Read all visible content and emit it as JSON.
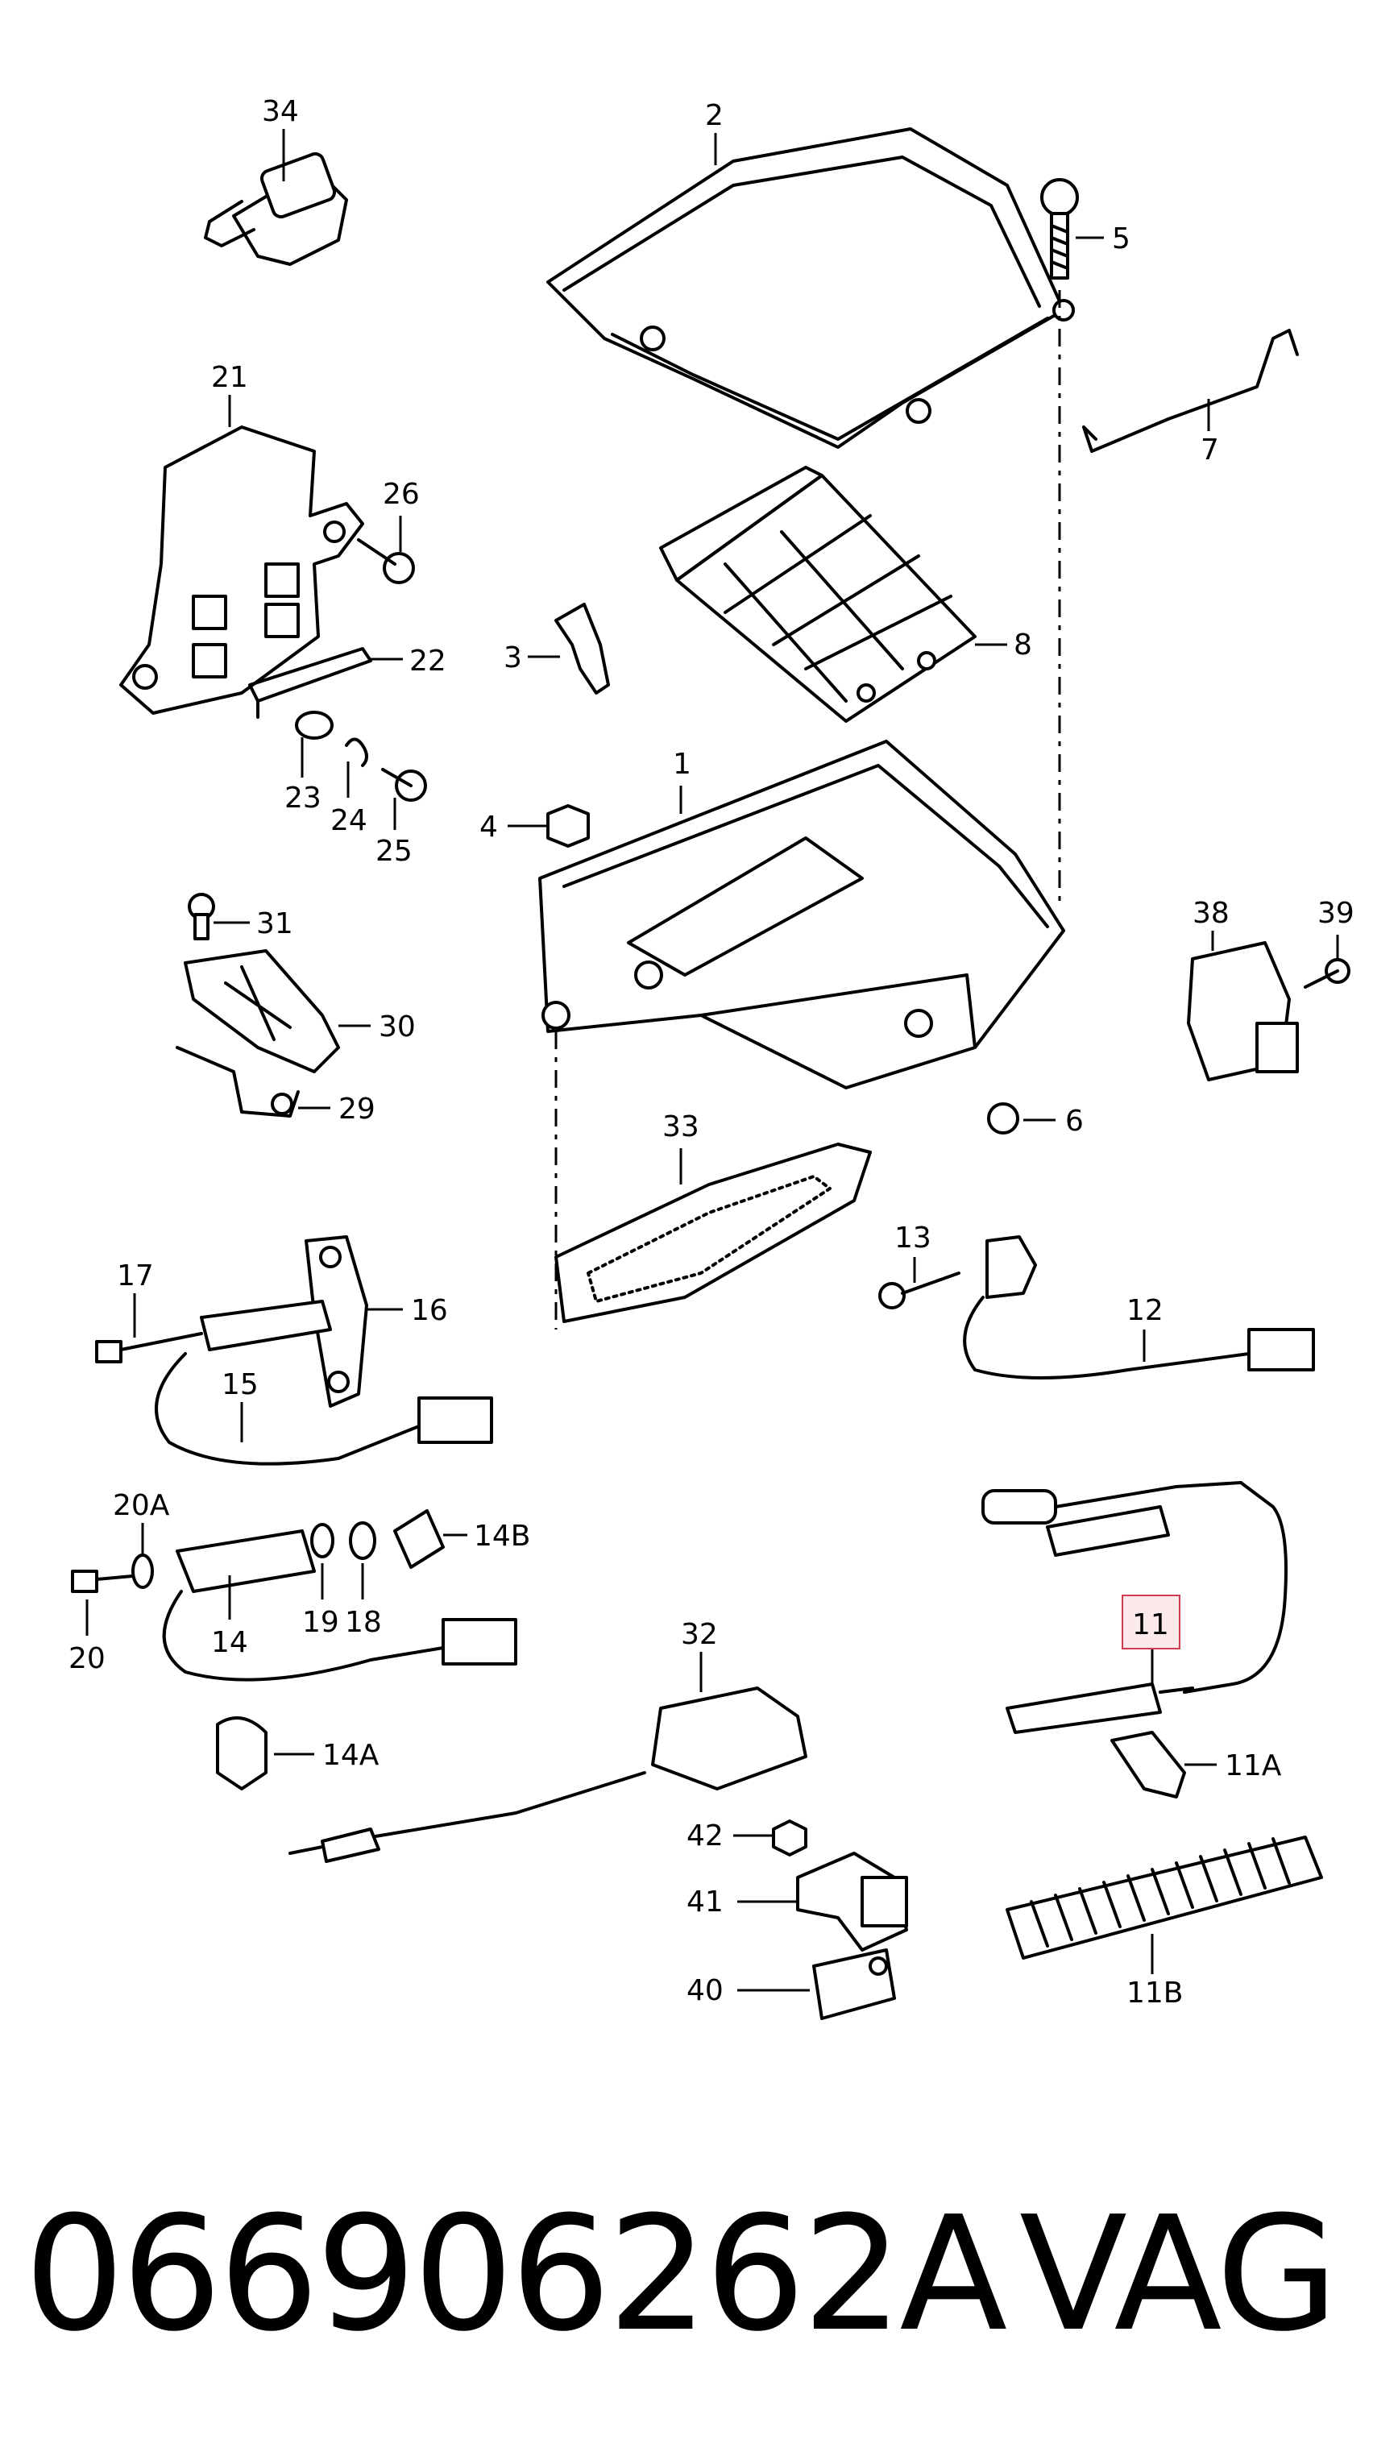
{
  "footer": {
    "part_number": "066906262A",
    "brand": "VAG"
  },
  "highlight_color": "#d23c50",
  "callouts": [
    {
      "id": "34",
      "label": "34"
    },
    {
      "id": "2",
      "label": "2"
    },
    {
      "id": "5",
      "label": "5"
    },
    {
      "id": "21",
      "label": "21"
    },
    {
      "id": "26",
      "label": "26"
    },
    {
      "id": "7",
      "label": "7"
    },
    {
      "id": "22",
      "label": "22"
    },
    {
      "id": "3",
      "label": "3"
    },
    {
      "id": "8",
      "label": "8"
    },
    {
      "id": "23",
      "label": "23"
    },
    {
      "id": "24",
      "label": "24"
    },
    {
      "id": "25",
      "label": "25"
    },
    {
      "id": "1",
      "label": "1"
    },
    {
      "id": "4",
      "label": "4"
    },
    {
      "id": "31",
      "label": "31"
    },
    {
      "id": "38",
      "label": "38"
    },
    {
      "id": "39",
      "label": "39"
    },
    {
      "id": "30",
      "label": "30"
    },
    {
      "id": "29",
      "label": "29"
    },
    {
      "id": "6",
      "label": "6"
    },
    {
      "id": "33",
      "label": "33"
    },
    {
      "id": "13",
      "label": "13"
    },
    {
      "id": "17",
      "label": "17"
    },
    {
      "id": "16",
      "label": "16"
    },
    {
      "id": "12",
      "label": "12"
    },
    {
      "id": "15",
      "label": "15"
    },
    {
      "id": "20A",
      "label": "20A"
    },
    {
      "id": "14B",
      "label": "14B"
    },
    {
      "id": "20",
      "label": "20"
    },
    {
      "id": "14",
      "label": "14"
    },
    {
      "id": "19",
      "label": "19"
    },
    {
      "id": "18",
      "label": "18"
    },
    {
      "id": "11",
      "label": "11"
    },
    {
      "id": "32",
      "label": "32"
    },
    {
      "id": "14A",
      "label": "14A"
    },
    {
      "id": "11A",
      "label": "11A"
    },
    {
      "id": "42",
      "label": "42"
    },
    {
      "id": "41",
      "label": "41"
    },
    {
      "id": "40",
      "label": "40"
    },
    {
      "id": "11B",
      "label": "11B"
    }
  ]
}
